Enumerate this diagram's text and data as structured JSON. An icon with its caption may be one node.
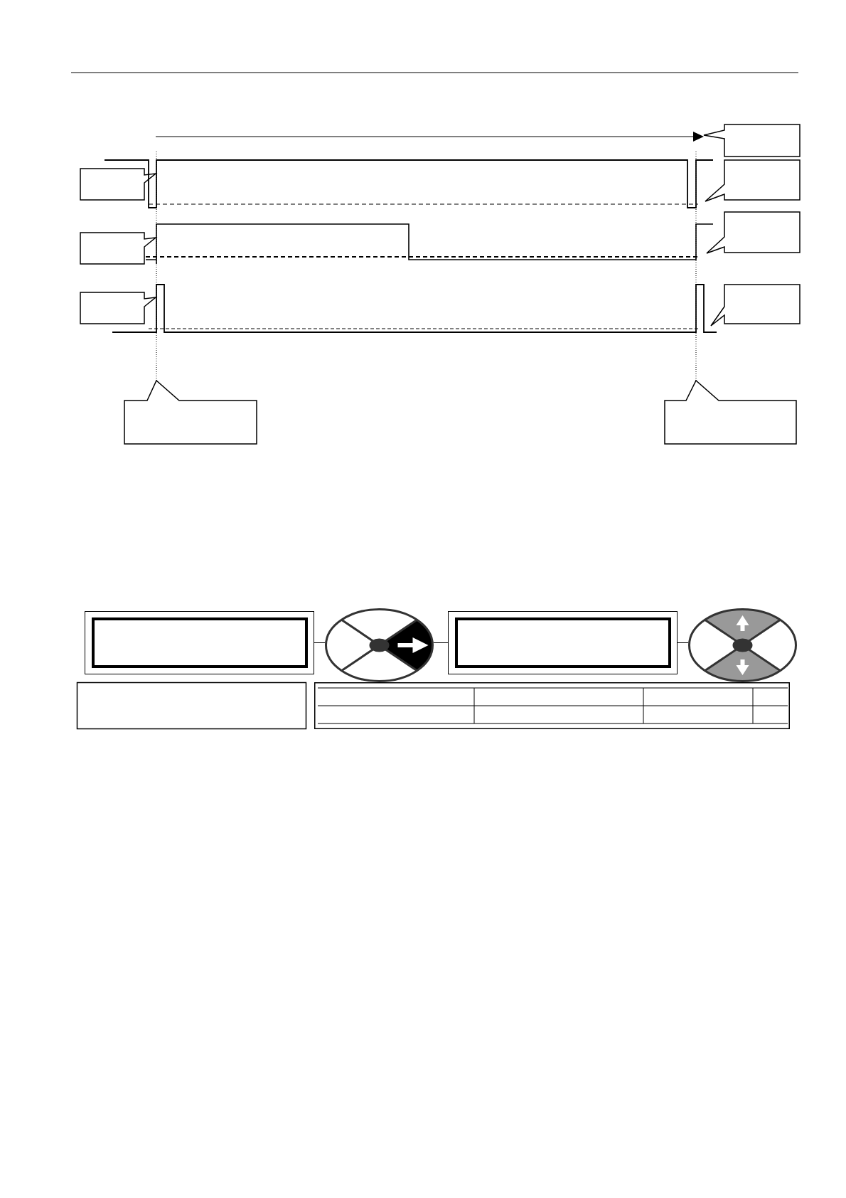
{
  "diagram": {
    "nodes": [
      {
        "text": [],
        "shape": "callout"
      },
      {
        "text": [],
        "shape": "callout"
      },
      {
        "text": [],
        "shape": "callout"
      },
      {
        "text": [],
        "shape": "callout"
      },
      {
        "text": [],
        "shape": "callout"
      },
      {
        "text": [],
        "shape": "callout"
      },
      {
        "text": [],
        "shape": "callout"
      },
      {
        "text": [],
        "shape": "callout"
      },
      {
        "text": [],
        "shape": "callout"
      },
      {
        "text": [],
        "shape": "box"
      },
      {
        "text": [],
        "shape": "picture"
      },
      {
        "text": [],
        "shape": "box"
      },
      {
        "text": [],
        "shape": "picture"
      },
      {
        "text": [],
        "shape": "box"
      },
      {
        "text": [],
        "shape": "table"
      }
    ],
    "edges": [
      {
        "from": 9,
        "to": 10,
        "arrow": "none"
      },
      {
        "from": 10,
        "to": 11,
        "arrow": "none"
      },
      {
        "from": 11,
        "to": 12,
        "arrow": "none"
      },
      {
        "from": 7,
        "to": null,
        "arrow": "none",
        "style": "dashed"
      },
      {
        "from": 8,
        "to": null,
        "arrow": "none",
        "style": "dashed"
      }
    ]
  }
}
